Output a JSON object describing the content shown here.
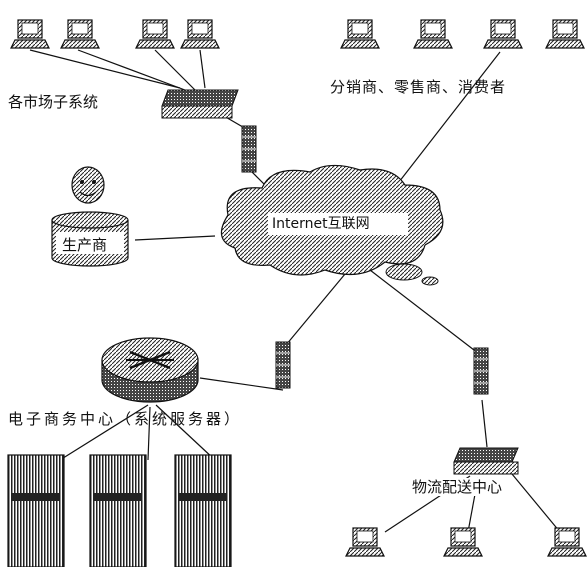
{
  "labels": {
    "market_systems": "各市场子系统",
    "distributors": "分销商、零售商、消费者",
    "producer": "生产商",
    "internet": "Internet互联网",
    "ecommerce_center": "电子商务中心（系统服务器）",
    "logistics_center": "物流配送中心"
  },
  "colors": {
    "stroke": "#111111",
    "hatch": "#222222",
    "background": "#ffffff"
  }
}
